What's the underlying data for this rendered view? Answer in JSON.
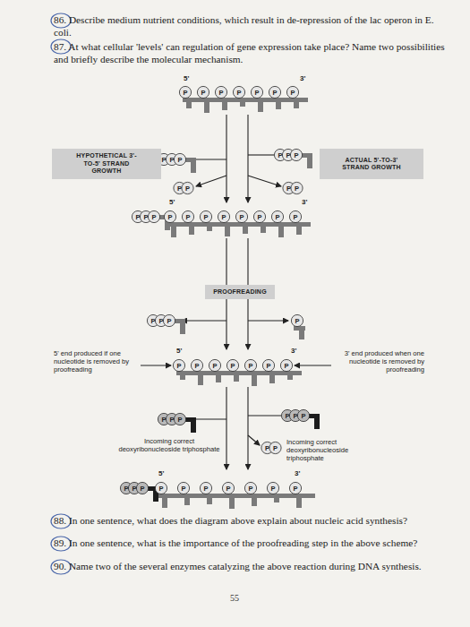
{
  "diagram": {
    "nodes": [
      {
        "text": [
          "HYPOTHETICAL 3'-TO-5' STRAND GROWTH"
        ]
      },
      {
        "text": [
          "ACTUAL 5'-TO-3' STRAND GROWTH"
        ]
      },
      {
        "text": [
          "PROOFREADING"
        ]
      }
    ],
    "labels": [
      "86. Describe medium nutrient conditions, which result in de-repression of the lac operon in E. coli.",
      "87. At what cellular 'levels' can regulation of gene expression take place? Name two possibilities and briefly describe the molecular mechanism.",
      "5'",
      "3'",
      "P",
      "P",
      "P",
      "P",
      "P",
      "P",
      "P",
      "PPP",
      "PPP",
      "PP",
      "PP",
      "5'",
      "3'",
      "PPP",
      "P",
      "P",
      "P",
      "P",
      "P",
      "P",
      "P",
      "P",
      "PPP",
      "P",
      "5' end produced if one nucleotide is removed by proofreading",
      "5'",
      "3'",
      "3' end produced when one nucleotide is removed by proofreading",
      "P",
      "P",
      "P",
      "P",
      "P",
      "P",
      "P",
      "PPP",
      "PPP",
      "PP",
      "Incoming correct deoxyribonucleoside triphosphate",
      "Incoming correct deoxyribonucleoside triphosphate",
      "5'",
      "3'",
      "PPP",
      "P",
      "P",
      "P",
      "P",
      "P",
      "P",
      "P",
      "88. In one sentence, what does the diagram above explain about nucleic acid synthesis?",
      "89. In one sentence, what is the importance of the proofreading step in the above scheme?",
      "90. Name two of the several enzymes catalyzing the above reaction during DNA synthesis.",
      "55"
    ]
  }
}
